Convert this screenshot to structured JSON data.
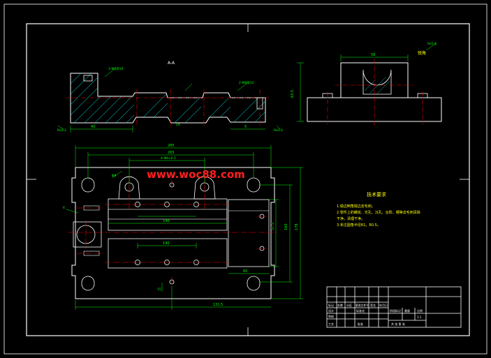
{
  "watermark": "www.woc88.com",
  "section_label": "A-A",
  "side_view_label": "锐角",
  "tech_requirements": {
    "title": "技术要求",
    "items": [
      "1.锐边倒角锐边去毛刺。",
      "2.零件上的螺纹、光孔、沉孔、台阶、槽等去毛刺清除",
      "   干净，清理干净。",
      "3.未注圆角半径R1，R0.5。"
    ]
  },
  "dimensions": {
    "top_overall": "285",
    "top_inner": "265",
    "top_holes": "4-Φ8×0.5",
    "left_height": "178",
    "left_inner": "160",
    "bottom_len": "131.5",
    "mid_len": "140",
    "mid_len2": "140",
    "hole_label": "Φ8",
    "right_width": "60",
    "right_height": "57.5",
    "side_top": "58",
    "side_left": "63.5",
    "side_angle": "Ra1.6",
    "sec_a": "5",
    "sec_b": "40",
    "sec_c": "24",
    "sec_d": "6",
    "sec_e": "15",
    "note_1": "3-M8深16",
    "note_2": "2-M8深12",
    "ra": "Ra3.2"
  },
  "title_block": {
    "rows": [
      [
        "标记",
        "处数",
        "分区",
        "更改文件号",
        "签名",
        "年月日"
      ],
      [
        "设计",
        "",
        "",
        "标准化",
        "",
        ""
      ],
      [
        "审核",
        "",
        "",
        "",
        "",
        ""
      ],
      [
        "工艺",
        "",
        "",
        "批准",
        "",
        ""
      ]
    ],
    "stage_label": "阶段标记",
    "weight_label": "重量",
    "scale_label": "比例",
    "scale_value": "1:1",
    "sheet_label": "共 张 第 张"
  },
  "colors": {
    "outline": "#ffffff",
    "dimension": "#00ff00",
    "centerline": "#ff0000",
    "hatch": "#00ffff",
    "watermark": "#ff2020"
  }
}
